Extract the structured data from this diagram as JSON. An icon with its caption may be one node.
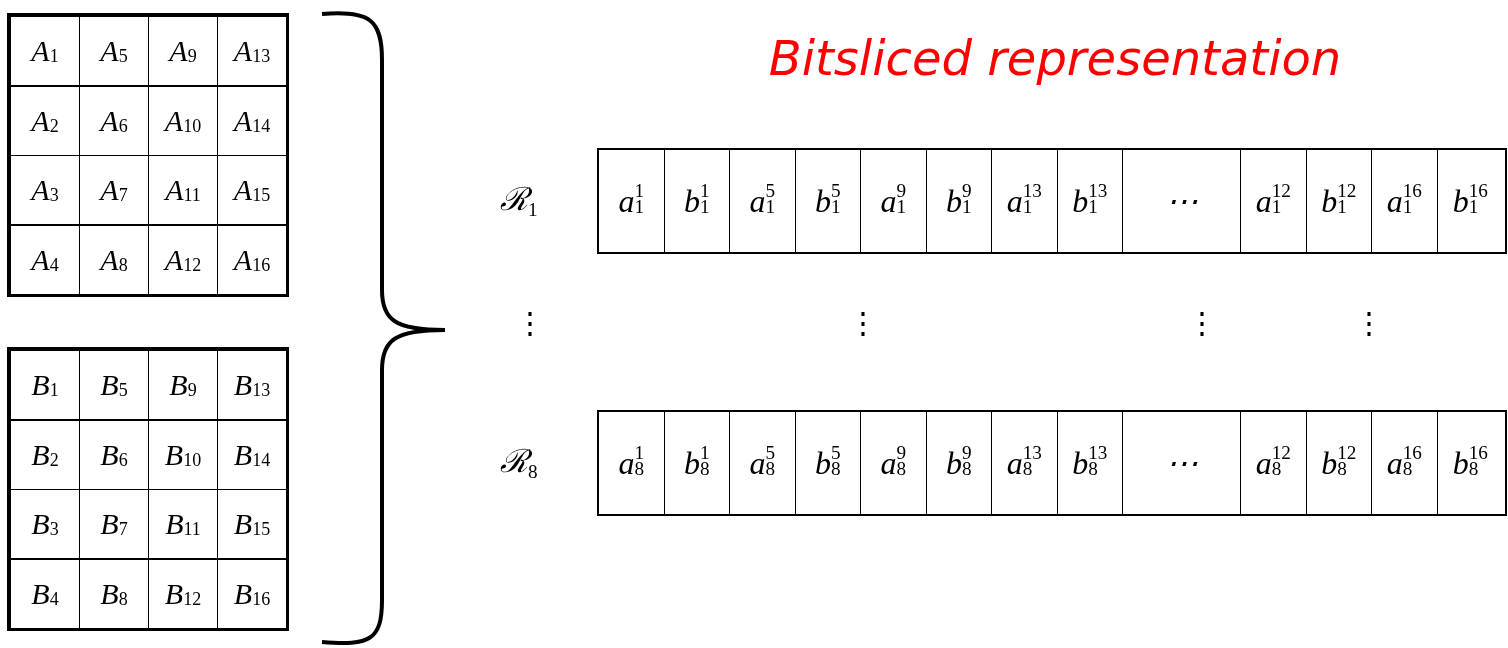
{
  "diagram": {
    "title": "Bitsliced representation",
    "labels": [
      "A$_{1}$",
      "A$_{5}$",
      "A$_{9}$",
      "A$_{13}$",
      "A$_{2}$",
      "A$_{6}$",
      "A$_{10}$",
      "A$_{14}$",
      "A$_{3}$",
      "A$_{7}$",
      "A$_{11}$",
      "A$_{15}$",
      "A$_{4}$",
      "A$_{8}$",
      "A$_{12}$",
      "A$_{16}$",
      "ℛ$_{1}$",
      "a$_{1}$$^{1}$",
      "b$_{1}$$^{1}$",
      "a$_{1}$$^{5}$",
      "b$_{1}$$^{5}$",
      "a$_{1}$$^{9}$",
      "b$_{1}$$^{9}$",
      "a$_{1}$$^{13}$",
      "b$_{1}$$^{13}$",
      "⋯",
      "a$_{1}$$^{12}$",
      "b$_{1}$$^{12}$",
      "a$_{1}$$^{16}$",
      "b$_{1}$$^{16}$",
      "⋮",
      "⋮",
      "⋮",
      "⋮",
      "ℛ$_{8}$",
      "a$_{8}$$^{1}$",
      "b$_{8}$$^{1}$",
      "a$_{8}$$^{5}$",
      "b$_{8}$$^{5}$",
      "a$_{8}$$^{9}$",
      "b$_{8}$$^{9}$",
      "a$_{8}$$^{13}$",
      "b$_{8}$$^{13}$",
      "⋯",
      "a$_{8}$$^{12}$",
      "b$_{8}$$^{12}$",
      "a$_{8}$$^{16}$",
      "b$_{8}$$^{16}$",
      "B$_{1}$",
      "B$_{5}$",
      "B$_{9}$",
      "B$_{13}$",
      "B$_{2}$",
      "B$_{6}$",
      "B$_{10}$",
      "B$_{14}$",
      "B$_{3}$",
      "B$_{7}$",
      "B$_{11}$",
      "B$_{15}$",
      "B$_{4}$",
      "B$_{8}$",
      "B$_{12}$",
      "B$_{16}$"
    ]
  }
}
